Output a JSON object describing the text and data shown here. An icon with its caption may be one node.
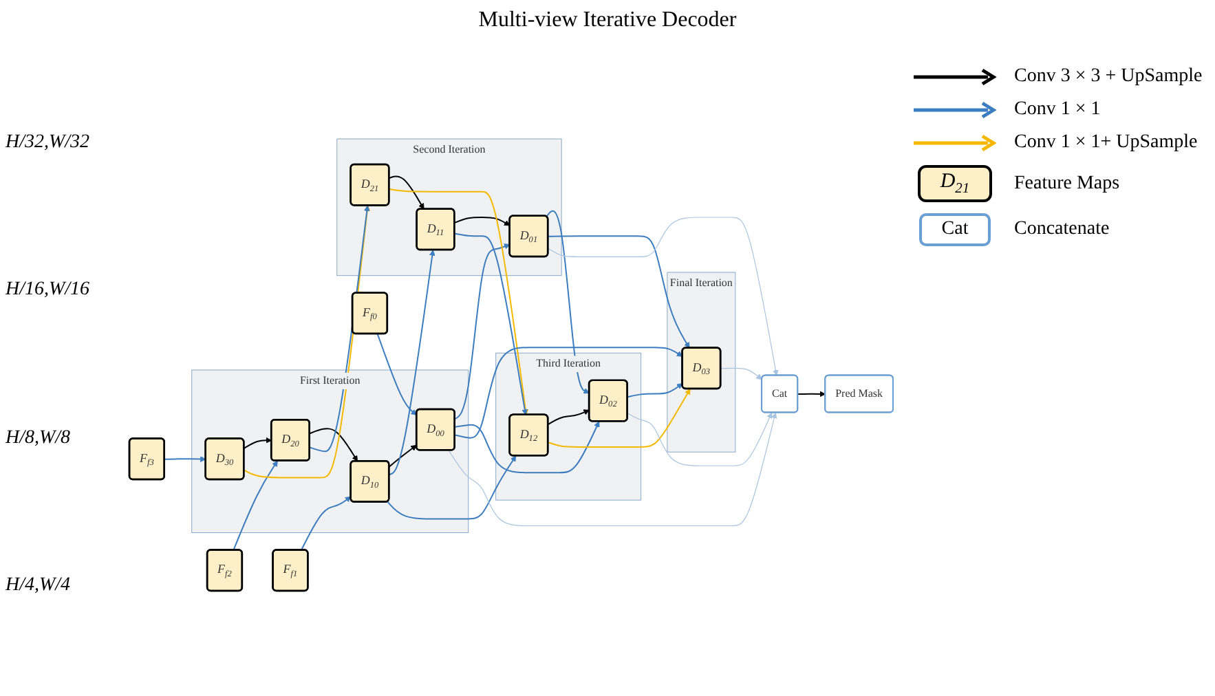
{
  "diagram": {
    "title": "Multi-view Iterative Decoder",
    "nodes": [
      {
        "text": [
          "F$_{f3}$"
        ]
      },
      {
        "text": [
          "F$_{f2}$"
        ]
      },
      {
        "text": [
          "F$_{f1}$"
        ]
      },
      {
        "text": [
          "F$_{f0}$"
        ]
      },
      {
        "text": [
          "First Iteration"
        ]
      },
      {
        "text": [
          "D$_{30}$"
        ],
        "in": 4
      },
      {
        "text": [
          "D$_{20}$"
        ],
        "in": 4
      },
      {
        "text": [
          "D$_{10}$"
        ],
        "in": 4
      },
      {
        "text": [
          "D$_{00}$"
        ],
        "in": 4
      },
      {
        "text": [
          "Second Iteration"
        ]
      },
      {
        "text": [
          "D$_{21}$"
        ],
        "in": 9
      },
      {
        "text": [
          "D$_{11}$"
        ],
        "in": 9
      },
      {
        "text": [
          "D$_{01}$"
        ],
        "in": 9
      },
      {
        "text": [
          "Third Iteration"
        ]
      },
      {
        "text": [
          "D$_{12}$"
        ],
        "in": 13
      },
      {
        "text": [
          "D$_{02}$"
        ],
        "in": 13
      },
      {
        "text": [
          "Final Iteration"
        ]
      },
      {
        "text": [
          "D$_{03}$"
        ],
        "in": 16
      },
      {
        "text": [
          "Cat"
        ]
      },
      {
        "text": [
          "Pred Mask"
        ]
      }
    ],
    "edges": [
      {
        "from": 0,
        "to": 5,
        "arrow": "to"
      },
      {
        "from": 1,
        "to": 6,
        "arrow": "to"
      },
      {
        "from": 2,
        "to": 7,
        "arrow": "to"
      },
      {
        "from": 3,
        "to": 8,
        "arrow": "to"
      },
      {
        "from": 5,
        "to": 6,
        "arrow": "to",
        "color": "#000000"
      },
      {
        "from": 6,
        "to": 7,
        "arrow": "to",
        "color": "#000000"
      },
      {
        "from": 7,
        "to": 8,
        "arrow": "to",
        "color": "#000000"
      },
      {
        "from": 5,
        "to": 10,
        "arrow": "to",
        "color": "#f5b800"
      },
      {
        "from": 6,
        "to": 10,
        "arrow": "to"
      },
      {
        "from": 10,
        "to": 11,
        "arrow": "to",
        "color": "#000000"
      },
      {
        "from": 11,
        "to": 12,
        "arrow": "to",
        "color": "#000000"
      },
      {
        "from": 7,
        "to": 11,
        "arrow": "to"
      },
      {
        "from": 8,
        "to": 12,
        "arrow": "to"
      },
      {
        "from": 10,
        "to": 14,
        "arrow": "to",
        "color": "#f5b800"
      },
      {
        "from": 11,
        "to": 14,
        "arrow": "to"
      },
      {
        "from": 7,
        "to": 14,
        "arrow": "to"
      },
      {
        "from": 14,
        "to": 15,
        "arrow": "to",
        "color": "#000000"
      },
      {
        "from": 12,
        "to": 15,
        "arrow": "to"
      },
      {
        "from": 8,
        "to": 15,
        "arrow": "to"
      },
      {
        "from": 14,
        "to": 17,
        "arrow": "to",
        "color": "#f5b800"
      },
      {
        "from": 15,
        "to": 17,
        "arrow": "to"
      },
      {
        "from": 8,
        "to": 17,
        "arrow": "to"
      },
      {
        "from": 12,
        "to": 17,
        "arrow": "to"
      },
      {
        "from": 8,
        "to": 18,
        "arrow": "to",
        "color": "#a9c4e0"
      },
      {
        "from": 12,
        "to": 18,
        "arrow": "to",
        "color": "#a9c4e0"
      },
      {
        "from": 15,
        "to": 18,
        "arrow": "to",
        "color": "#a9c4e0"
      },
      {
        "from": 17,
        "to": 18,
        "arrow": "to",
        "color": "#a9c4e0"
      },
      {
        "from": 18,
        "to": 19,
        "arrow": "to",
        "color": "#000000"
      }
    ],
    "labels": [
      "H/32,W/32",
      "H/16,W/16",
      "H/8,W/8",
      "H/4,W/4",
      "D$_{21}$",
      "Cat"
    ],
    "legend": [
      {
        "text": "Conv 3 × 3 + UpSample"
      },
      {
        "text": "Conv 1 × 1"
      },
      {
        "text": "Conv 1 × 1+ UpSample"
      },
      {
        "text": "Feature Maps"
      },
      {
        "text": "Concatenate"
      }
    ]
  }
}
